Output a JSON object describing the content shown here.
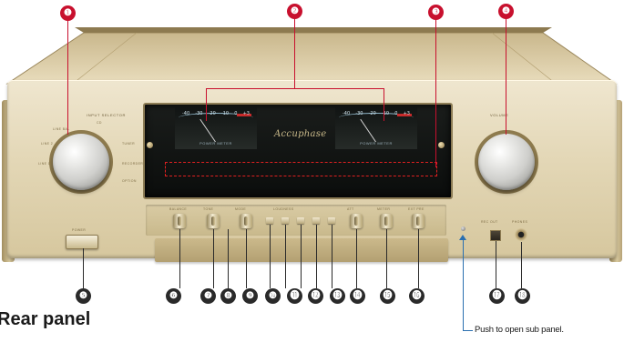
{
  "callouts": {
    "c1": "❶",
    "c2": "❷",
    "c3": "❸",
    "c4": "❹",
    "c5": "❺",
    "c6": "❻",
    "c7": "❼",
    "c8": "❽",
    "c9": "❾",
    "c10": "❿",
    "c11": "⓫",
    "c12": "⓬",
    "c13": "⓭",
    "c14": "⓮",
    "c15": "⓯",
    "c16": "⓰",
    "c17": "⓱",
    "c18": "⓲"
  },
  "faceplate": {
    "brand_logo": "Accuphase",
    "input_selector_label": "INPUT SELECTOR",
    "volume_label": "VOLUME",
    "power_label": "POWER",
    "meter_left_caption": "POWER METER",
    "meter_right_caption": "POWER METER",
    "meter_scale": [
      "-40",
      "-30",
      "-20",
      "-10",
      "0",
      "+3"
    ],
    "input_positions_left": [
      "LINE 1",
      "LINE 2",
      "LINE BAL",
      "CD"
    ],
    "input_positions_right": [
      "TUNER",
      "RECORDER",
      "OPTION"
    ],
    "front_controls": [
      "BALANCE",
      "TONE",
      "MODE",
      "LOUDNESS",
      "ATT",
      "METER",
      "EXT PRE",
      "REC OUT",
      "PHONES"
    ]
  },
  "annotations": {
    "rear_panel_heading": "Rear panel",
    "sub_panel_note": "Push to open sub panel."
  },
  "colors": {
    "callout_red": "#c8102e",
    "callout_dark": "#2a2a2a",
    "note_line": "#2a6fb0",
    "faceplate_gold": "#e3d7b6"
  }
}
